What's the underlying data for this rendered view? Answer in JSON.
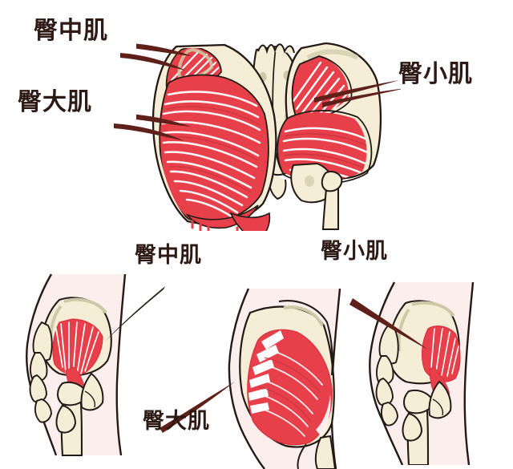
{
  "figure": {
    "background_color": "#ffffff",
    "palette": {
      "muscle_red": "#e8404a",
      "muscle_red_deep": "#d8323f",
      "bone_cream": "#f5edd6",
      "bone_speckle": "#cdc9a8",
      "skin_pink": "#fdeeee",
      "outline_dark": "#231a16",
      "pointer_maroon": "#5e2018",
      "label_text": "#2d1a14",
      "striation_white": "#ffffff"
    }
  },
  "top_panel": {
    "view": "posterior-pelvis-view",
    "labels": [
      {
        "id": "gluteus-medius",
        "text": "臀中肌",
        "position": "top-left"
      },
      {
        "id": "gluteus-maximus",
        "text": "臀大肌",
        "position": "mid-left"
      },
      {
        "id": "gluteus-minimus",
        "text": "臀小肌",
        "position": "top-right"
      }
    ]
  },
  "bottom_panel": {
    "figures": [
      {
        "id": "lateral-view-gluteus-medius",
        "label": "臀中肌",
        "label_position": "above-right",
        "muscle_highlighted": "gluteus medius"
      },
      {
        "id": "lateral-view-gluteus-maximus",
        "label": "臀大肌",
        "label_position": "below-left",
        "muscle_highlighted": "gluteus maximus"
      },
      {
        "id": "lateral-view-gluteus-minimus",
        "label": "臀小肌",
        "label_position": "above-left",
        "muscle_highlighted": "gluteus minimus"
      }
    ]
  }
}
